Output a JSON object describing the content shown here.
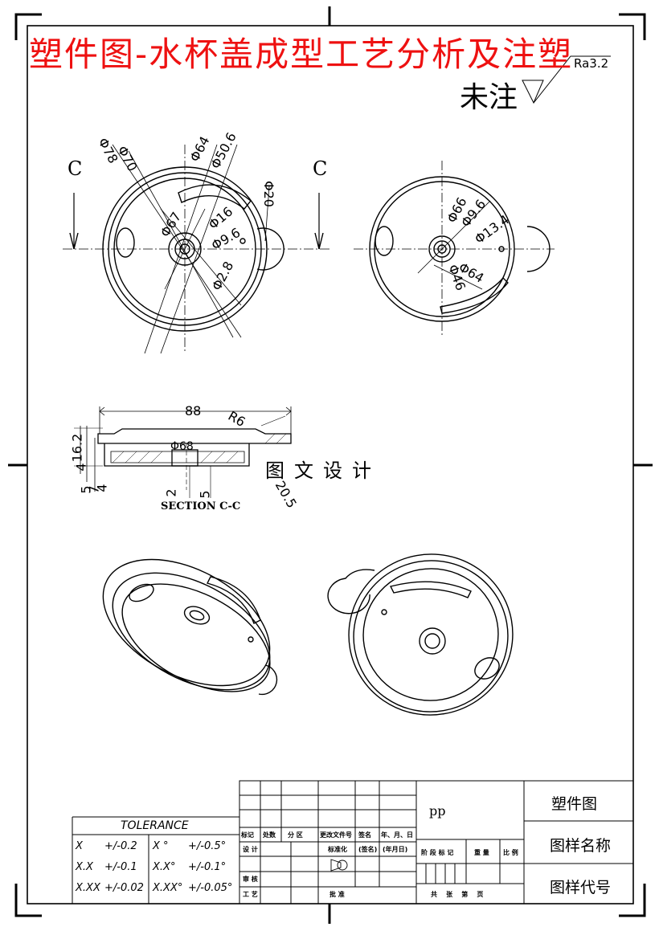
{
  "title": "塑件图-水杯盖成型工艺分析及注塑",
  "roughness": {
    "note": "未注",
    "value": "Ra3.2"
  },
  "section_marks": {
    "left": "C",
    "right": "C"
  },
  "section_label": "SECTION C-C",
  "watermark": "图文设计",
  "top_view_dims": [
    "Φ78",
    "Φ70",
    "Φ64",
    "Φ50.6",
    "Φ20",
    "Φ67",
    "Φ16",
    "Φ9.6",
    "Φ2.8"
  ],
  "bottom_view_dims": [
    "Φ66",
    "Φ9.6",
    "Φ13.4",
    "Φ64",
    "Φ46"
  ],
  "section_dims": [
    "88",
    "R6",
    "Φ68",
    "16.2",
    "4",
    "5",
    "7",
    "4",
    "2",
    "5",
    "20.5"
  ],
  "title_block": {
    "material": "pp",
    "part_type": "塑件图",
    "drawing_name": "图样名称",
    "drawing_number": "图样代号",
    "rev_headers": [
      "标记",
      "处数",
      "分 区",
      "更改文件号",
      "签名",
      "年、月、日"
    ],
    "row_design": "设 计",
    "row_standard": "标准化",
    "row_sign": "(签名)",
    "row_date": "(年月日)",
    "row_review": "审 核",
    "row_process": "工 艺",
    "row_approve": "批 准",
    "stage_headers": [
      "阶 段 标 记",
      "重 量",
      "比 例"
    ],
    "sheet_text": "共    张    第    页"
  },
  "tolerance": {
    "title": "TOLERANCE",
    "rows": [
      [
        "X",
        "+/-0.2",
        "X °",
        "+/-0.5°"
      ],
      [
        "X.X",
        "+/-0.1",
        "X.X°",
        "+/-0.1°"
      ],
      [
        "X.XX",
        "+/-0.02",
        "X.XX°",
        "+/-0.05°"
      ]
    ]
  }
}
